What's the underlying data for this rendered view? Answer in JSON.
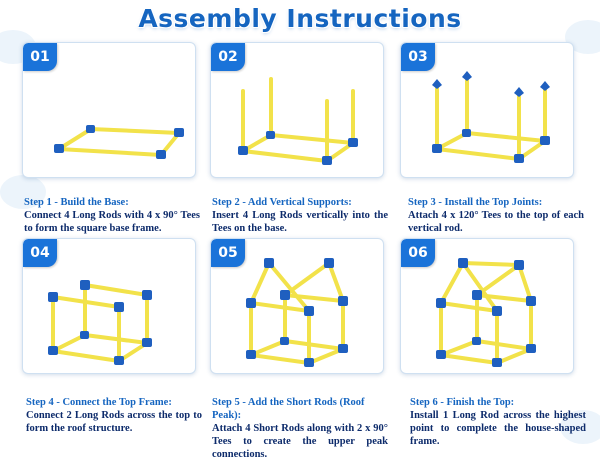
{
  "header": {
    "title": "Assembly Instructions"
  },
  "colors": {
    "accent": "#1a73d9",
    "rod": "#f2e24a",
    "joint": "#1f5fbf",
    "caption": "#0d2b6b"
  },
  "steps": [
    {
      "number": "01",
      "title": "Step 1 - Build the Base:",
      "text": "Connect 4 Long Rods with 4 x 90° Tees to form the square base frame."
    },
    {
      "number": "02",
      "title": "Step 2 - Add Vertical Supports:",
      "text": "Insert 4 Long Rods vertically into the Tees on the base."
    },
    {
      "number": "03",
      "title": "Step 3 - Install the Top Joints:",
      "text": "Attach 4 x 120° Tees to the top of each vertical rod."
    },
    {
      "number": "04",
      "title": "Step 4 - Connect the Top Frame:",
      "text": "Connect 2 Long Rods across the top to form the roof structure."
    },
    {
      "number": "05",
      "title": "Step 5 - Add the Short Rods (Roof Peak):",
      "text": "Attach 4 Short Rods along with 2 x 90° Tees to create the upper peak connections."
    },
    {
      "number": "06",
      "title": "Step 6 - Finish the Top:",
      "text": "Install 1 Long Rod across the highest point to complete the house-shaped frame."
    }
  ]
}
